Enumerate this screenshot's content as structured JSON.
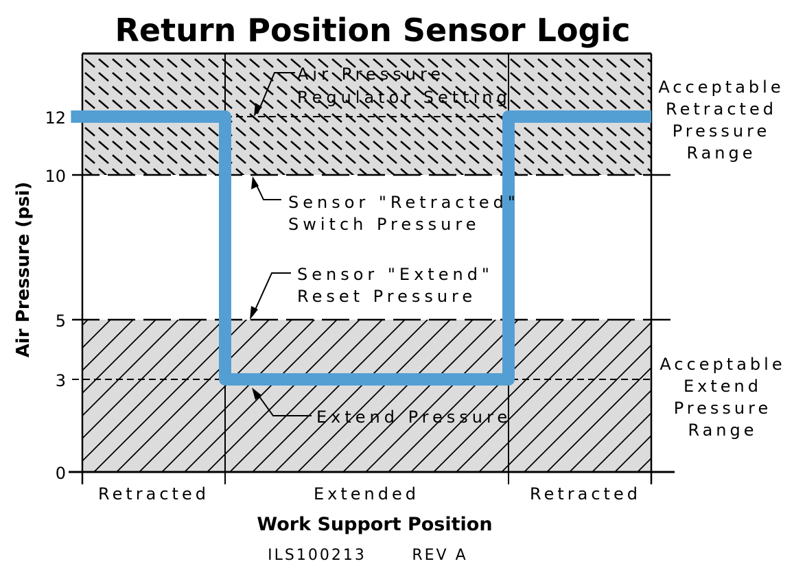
{
  "title": "Return Position Sensor Logic",
  "colors": {
    "trace": "#539fd3",
    "zone_fill": "#dcdcdc",
    "ink": "#000000",
    "background": "#ffffff"
  },
  "chart_data": {
    "type": "line",
    "title": "Return Position Sensor Logic",
    "xlabel": "Work Support Position",
    "ylabel": "Air Pressure (psi)",
    "ylim": [
      0,
      14
    ],
    "y_ticks": [
      0,
      3,
      5,
      10,
      12
    ],
    "y_tick_labels": [
      "0",
      "3",
      "5",
      "10",
      "12"
    ],
    "x_segments": [
      {
        "label": "Retracted",
        "start": 0,
        "end": 1
      },
      {
        "label": "Extended",
        "start": 1,
        "end": 3
      },
      {
        "label": "Retracted",
        "start": 3,
        "end": 4
      }
    ],
    "series": [
      {
        "name": "Air pressure trace",
        "points": [
          {
            "x": -0.08,
            "y": 12
          },
          {
            "x": 1.0,
            "y": 12
          },
          {
            "x": 1.0,
            "y": 3
          },
          {
            "x": 3.0,
            "y": 3
          },
          {
            "x": 3.0,
            "y": 12
          },
          {
            "x": 4.0,
            "y": 12
          }
        ]
      }
    ],
    "zones": [
      {
        "name": "Acceptable Retracted Pressure Range",
        "y_from": 10,
        "y_to": 14,
        "hatch": "dashed-backslash"
      },
      {
        "name": "Acceptable Extend Pressure Range",
        "y_from": 0,
        "y_to": 5,
        "hatch": "solid-slash"
      }
    ],
    "reference_lines": [
      {
        "name": "Air Pressure Regulator Setting",
        "y": 12,
        "style": "dashed"
      },
      {
        "name": "Sensor \"Retracted\" Switch Pressure",
        "y": 10,
        "style": "solid-dashed"
      },
      {
        "name": "Sensor \"Extend\" Reset Pressure",
        "y": 5,
        "style": "solid-dashed"
      },
      {
        "name": "Extend Pressure",
        "y": 3,
        "style": "dashed"
      }
    ],
    "annotations": [
      {
        "id": "regulator",
        "lines": [
          "Air Pressure",
          "Regulator Setting"
        ],
        "points_to_y": 12
      },
      {
        "id": "retracted_switch",
        "lines": [
          "Sensor \"Retracted\"",
          "Switch Pressure"
        ],
        "points_to_y": 10
      },
      {
        "id": "extend_reset",
        "lines": [
          "Sensor \"Extend\"",
          "Reset Pressure"
        ],
        "points_to_y": 5
      },
      {
        "id": "extend_pressure",
        "lines": [
          "Extend Pressure"
        ],
        "points_to_y": 3
      }
    ],
    "side_labels": [
      {
        "id": "retracted_range",
        "lines": [
          "Acceptable",
          "Retracted",
          "Pressure",
          "Range"
        ]
      },
      {
        "id": "extend_range",
        "lines": [
          "Acceptable",
          "Extend",
          "Pressure",
          "Range"
        ]
      }
    ],
    "grid": false,
    "legend": "none"
  },
  "footer": {
    "drawing_number": "ILS100213",
    "revision": "REV A"
  }
}
